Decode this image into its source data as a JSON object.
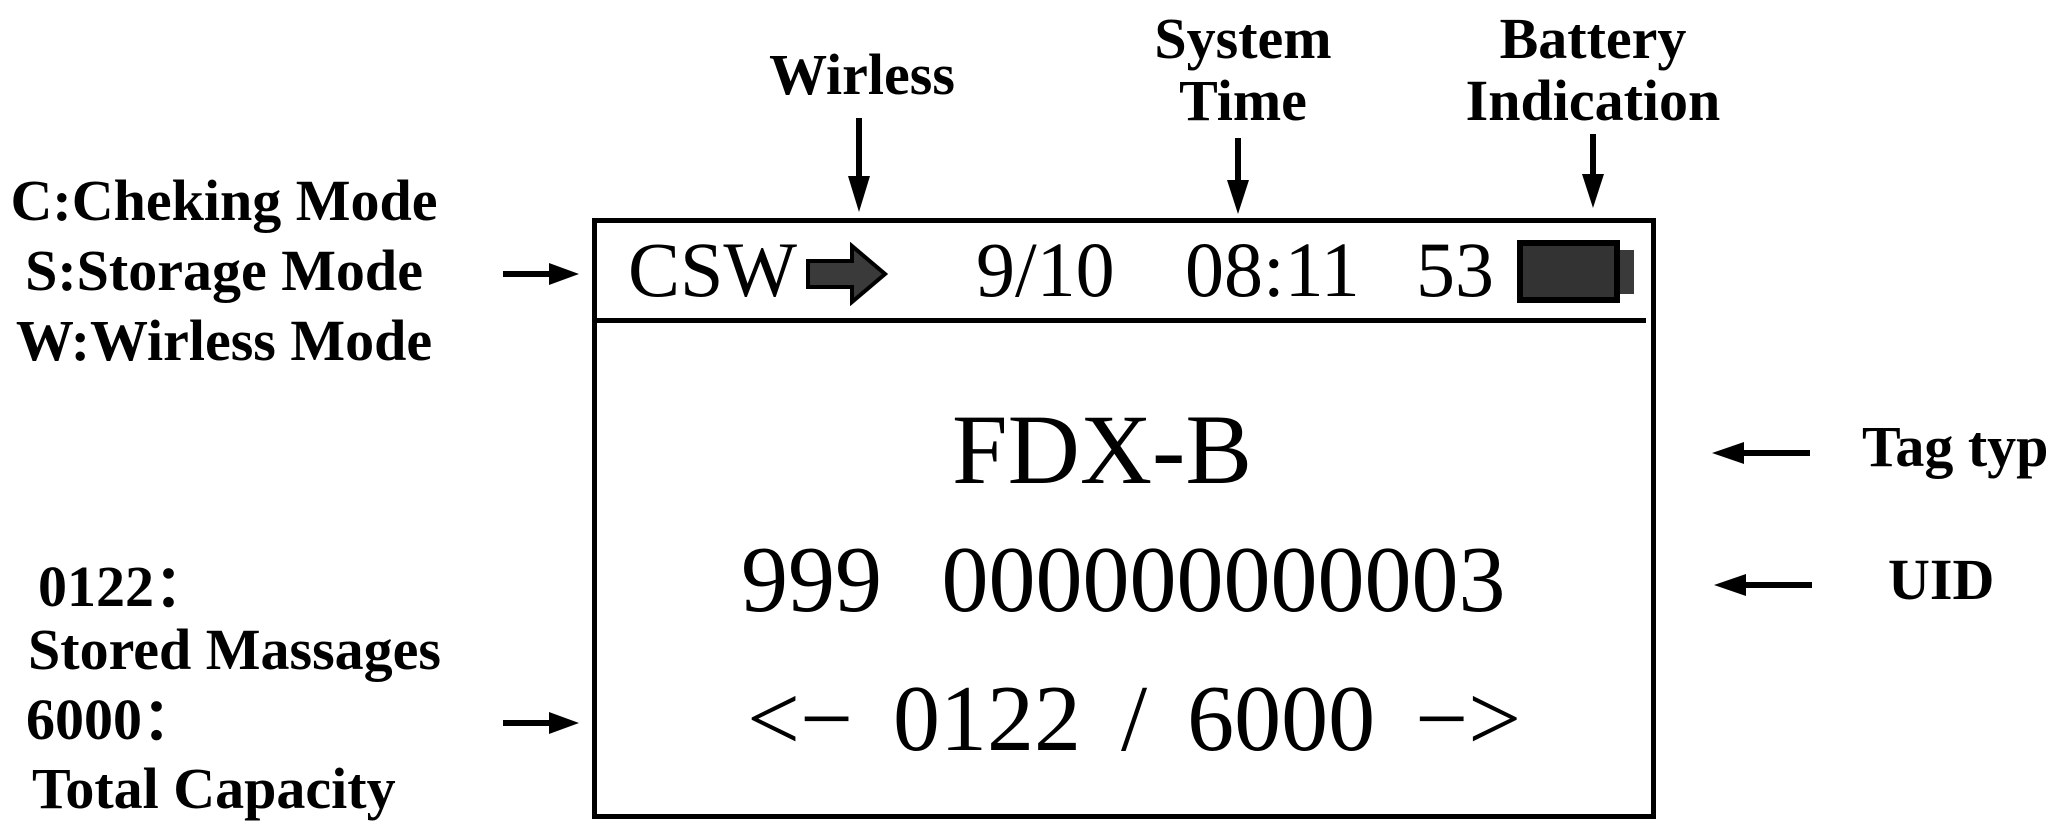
{
  "figure": {
    "top_labels": {
      "wireless": "Wirless",
      "system_time": [
        "System",
        "Time"
      ],
      "battery": [
        "Battery",
        "Indication"
      ]
    },
    "mode_legend": [
      "C:Cheking Mode",
      "S:Storage Mode",
      "W:Wirless Mode"
    ],
    "counter_legend": [
      "0122：",
      "Stored Massages",
      "6000：",
      "Total Capacity"
    ],
    "right_labels": {
      "tag_type": "Tag type",
      "uid": "UID"
    }
  },
  "display": {
    "status_bar": {
      "modes": "CSW",
      "date": "9/10",
      "time": "08:11",
      "battery_percent": "53"
    },
    "tag_type": "FDX-B",
    "uid": "999 000000000003",
    "pager": {
      "left_arrow": "<−",
      "stored_messages": "0122",
      "separator": "/",
      "total_capacity": "6000",
      "right_arrow": "−>"
    }
  },
  "icons": {
    "wireless_indicator": "block-right-arrow",
    "battery": "filled-battery",
    "pointers": [
      "down-arrow",
      "right-arrow",
      "left-arrow"
    ]
  },
  "colors": {
    "ink": "#000000",
    "icon_fill": "#3a3a3a",
    "background": "#ffffff"
  }
}
